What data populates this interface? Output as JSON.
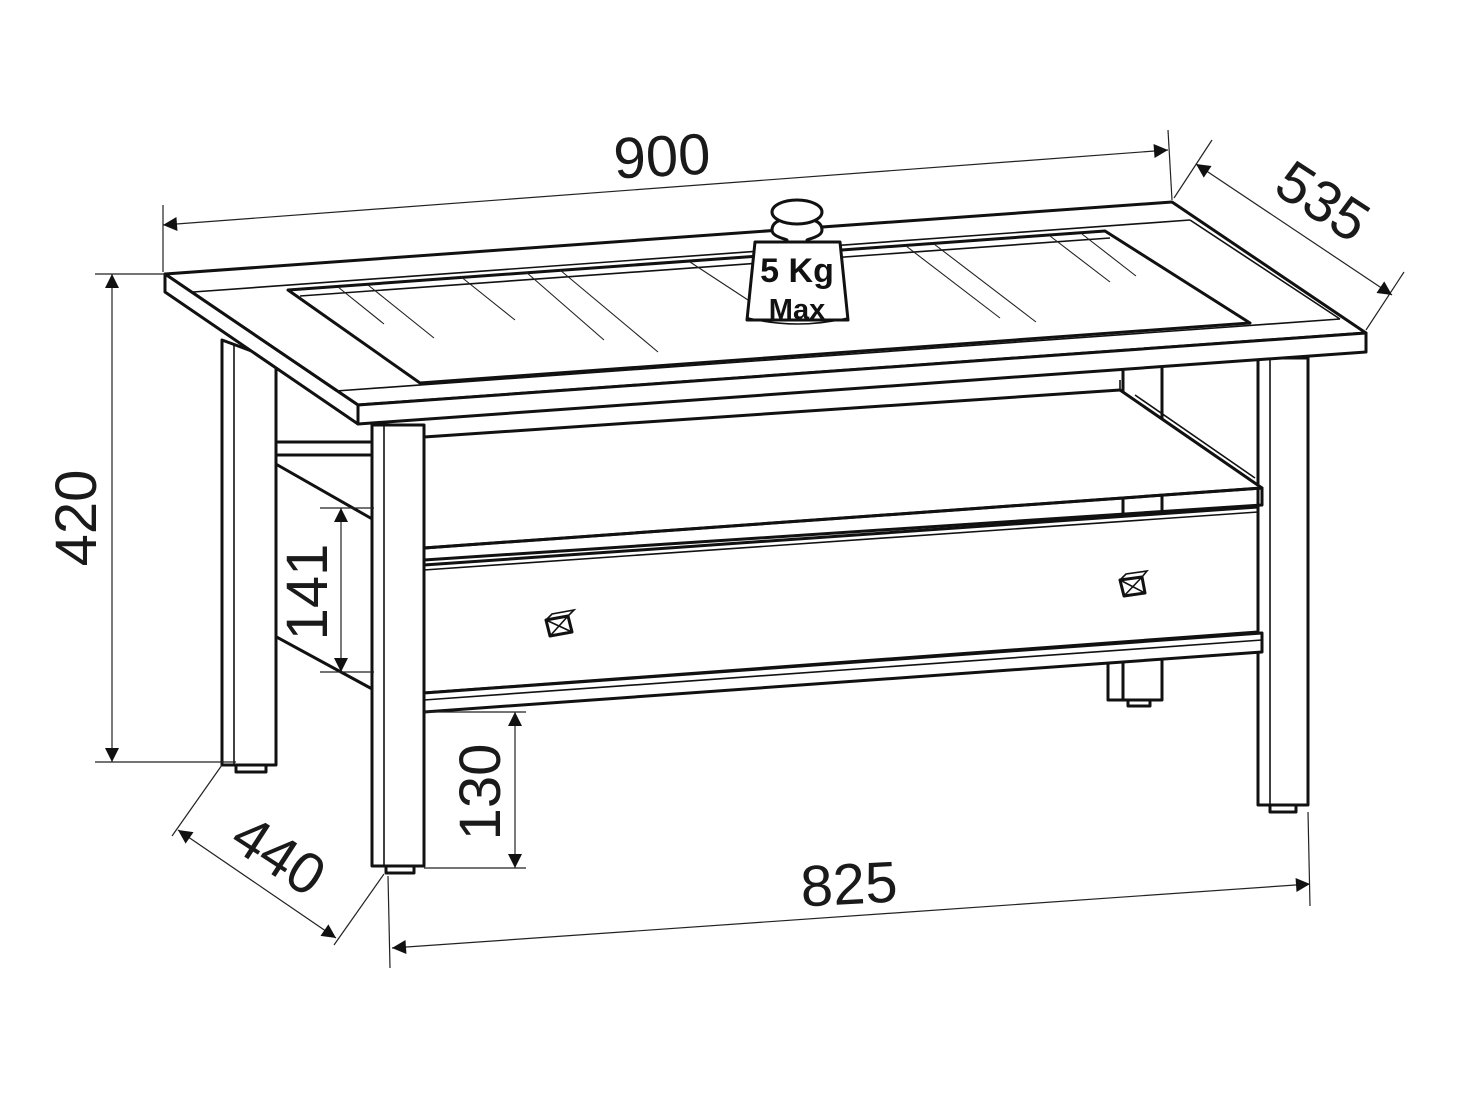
{
  "drawing": {
    "dimensions": {
      "width_top": "900",
      "depth_top": "535",
      "height": "420",
      "drawer_height": "141",
      "leg_depth": "440",
      "leg_width": "825",
      "floor_clearance": "130"
    },
    "weight_label": {
      "line1": "5 Kg",
      "line2": "Max"
    }
  }
}
